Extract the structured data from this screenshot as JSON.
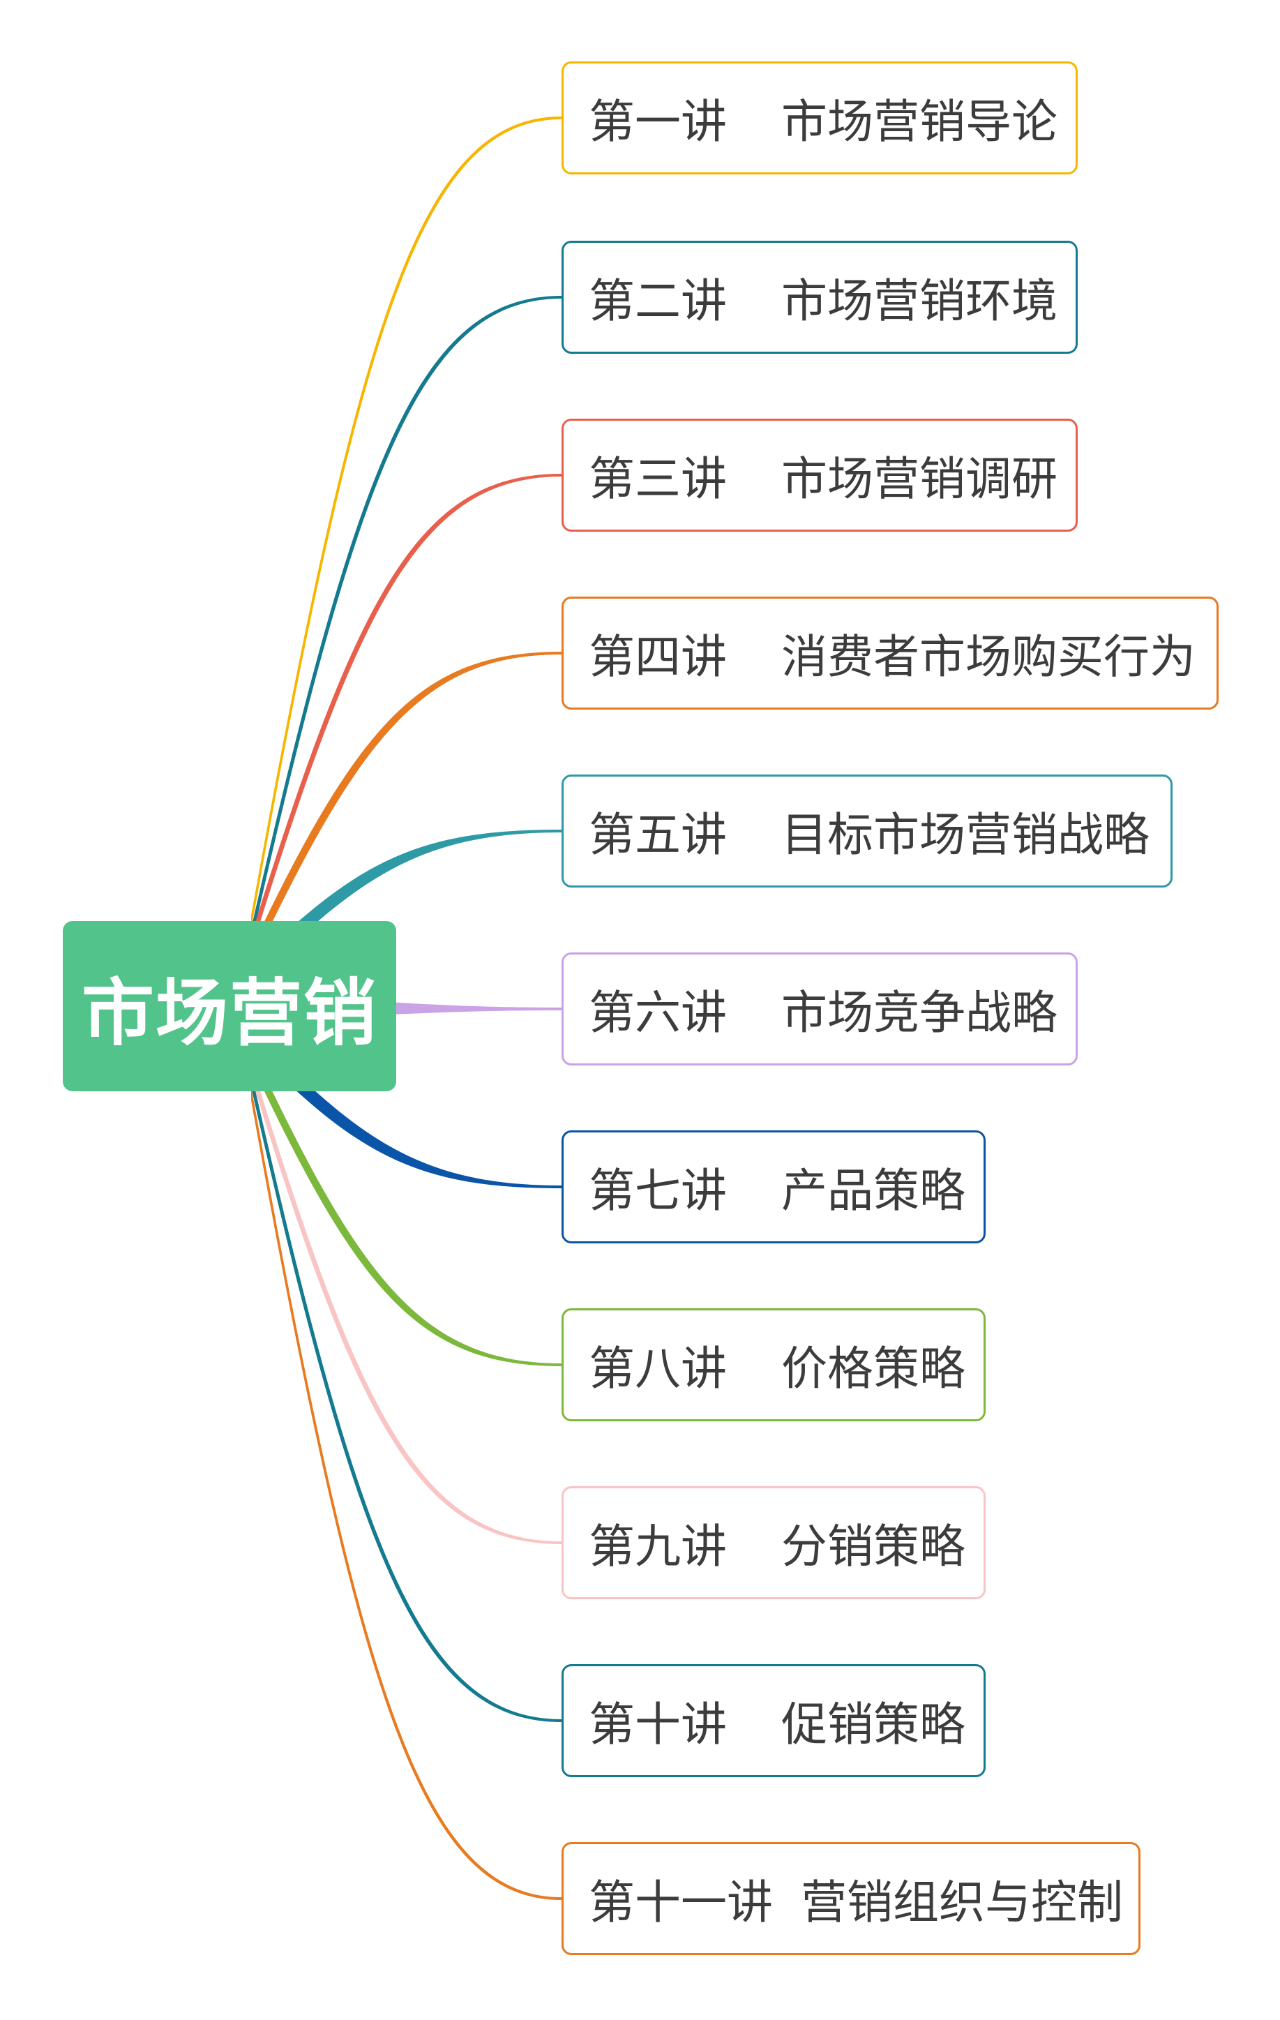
{
  "root": {
    "label": "市场营销",
    "color": "#52c38b"
  },
  "topics": [
    {
      "num": "第一讲",
      "title": "市场营销导论",
      "color": "#f7b500"
    },
    {
      "num": "第二讲",
      "title": "市场营销环境",
      "color": "#147a8f"
    },
    {
      "num": "第三讲",
      "title": "市场营销调研",
      "color": "#e8604c"
    },
    {
      "num": "第四讲",
      "title": "消费者市场购买行为",
      "color": "#e87a1f"
    },
    {
      "num": "第五讲",
      "title": "目标市场营销战略",
      "color": "#2e9aa6"
    },
    {
      "num": "第六讲",
      "title": "市场竞争战略",
      "color": "#c9a3e6"
    },
    {
      "num": "第七讲",
      "title": "产品策略",
      "color": "#0a55a8"
    },
    {
      "num": "第八讲",
      "title": "价格策略",
      "color": "#7cb83b"
    },
    {
      "num": "第九讲",
      "title": "分销策略",
      "color": "#f9c4c4"
    },
    {
      "num": "第十讲",
      "title": "促销策略",
      "color": "#147a8f"
    },
    {
      "num": "第十一讲",
      "title": "营销组织与控制",
      "color": "#e87a1f"
    }
  ]
}
